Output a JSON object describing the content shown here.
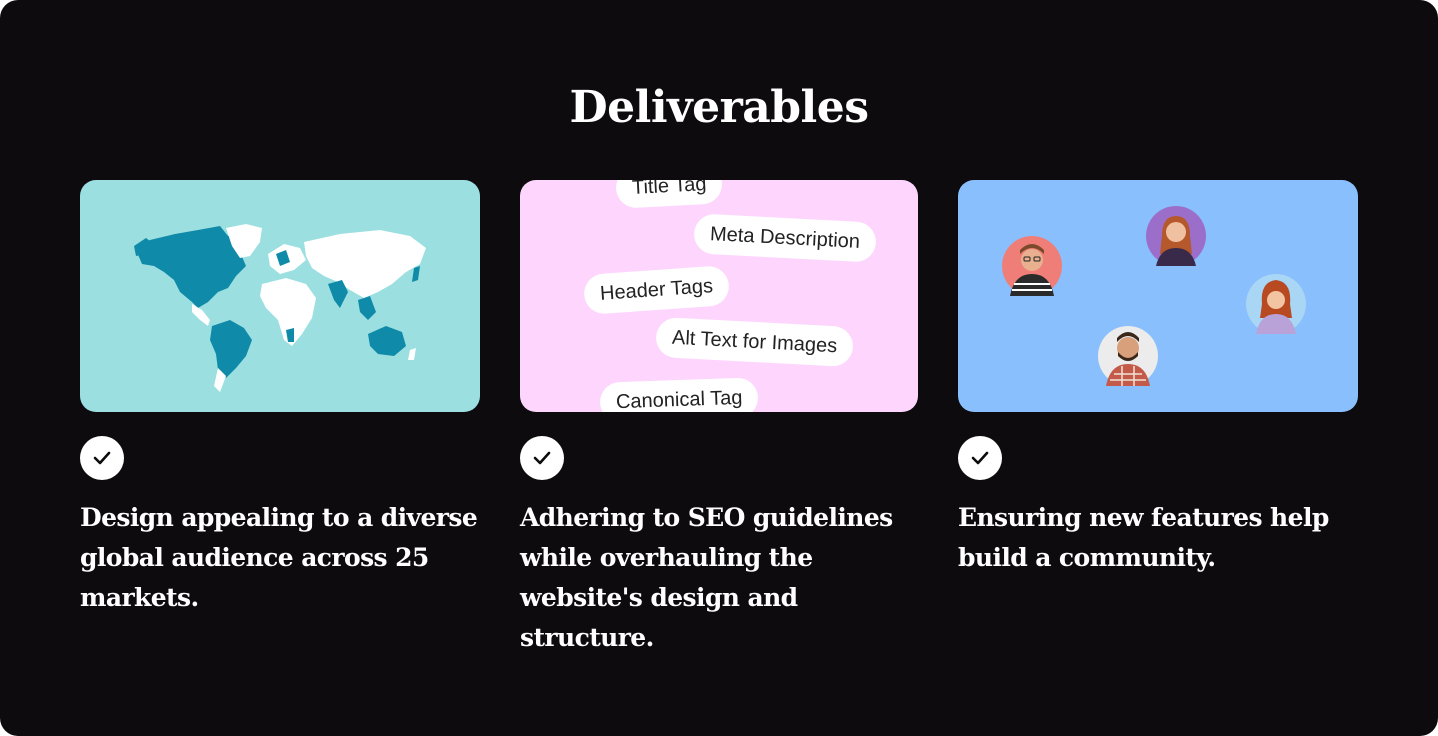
{
  "section": {
    "title": "Deliverables"
  },
  "cards": [
    {
      "illustration": "world-map",
      "check_icon": "check-icon",
      "description": "Design appealing to a diverse global audience across 25 markets."
    },
    {
      "illustration": "seo-tags",
      "tags": [
        "Title Tag",
        "Meta Description",
        "Header Tags",
        "Alt Text for Images",
        "Canonical Tag"
      ],
      "check_icon": "check-icon",
      "description": "Adhering to SEO guidelines while overhauling the website's design and structure."
    },
    {
      "illustration": "community-avatars",
      "check_icon": "check-icon",
      "description": "Ensuring new features help build a community."
    }
  ],
  "colors": {
    "background": "#0d0b0e",
    "map_card": "#9bdfe1",
    "map_highlight": "#0f8aa8",
    "seo_card": "#fdd5fd",
    "community_card": "#89bffc",
    "text": "#ffffff"
  }
}
